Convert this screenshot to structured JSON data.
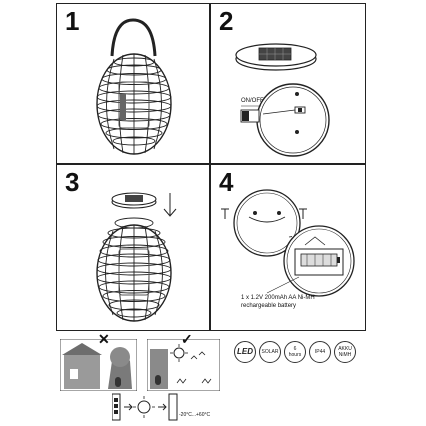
{
  "steps": [
    {
      "number": "1"
    },
    {
      "number": "2",
      "switch_label": "ON/OFF"
    },
    {
      "number": "3"
    },
    {
      "number": "4",
      "battery_label_line1": "1 x 1.2V 200mAh AA Ni-MH",
      "battery_label_line2": "rechargeable battery"
    }
  ],
  "placement": {
    "wrong_mark": "✕",
    "correct_mark": "✓",
    "temperature_range": "-20°C...+60°C"
  },
  "features": [
    {
      "name": "led-badge",
      "label": "LED"
    },
    {
      "name": "solar-badge",
      "label": "SOLAR"
    },
    {
      "name": "charge-hours-badge",
      "label": "6\nhours"
    },
    {
      "name": "ip44-badge",
      "label": "IP44"
    },
    {
      "name": "akku-badge",
      "label": "AKKU\nNiMH"
    }
  ],
  "colors": {
    "line": "#222222",
    "scene_gray": "#8a8a8a",
    "dark_gray": "#555555",
    "light_gray": "#d9d9d9"
  }
}
